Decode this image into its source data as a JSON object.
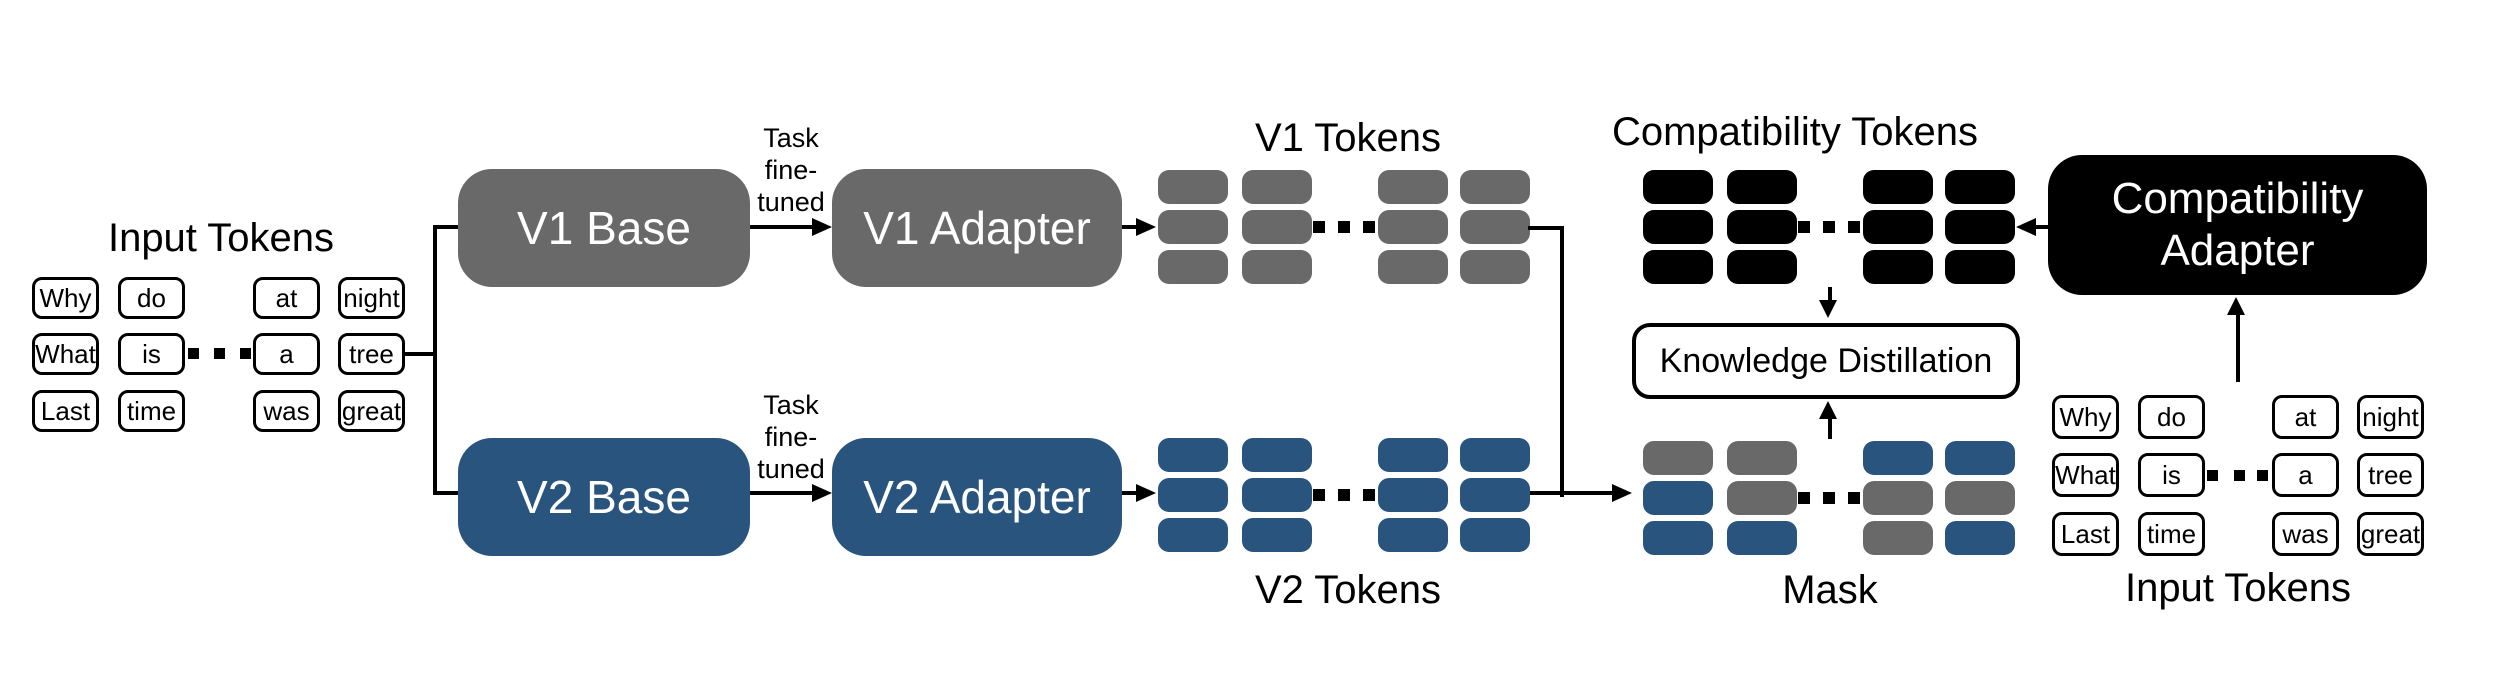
{
  "colors": {
    "gray": "#696969",
    "blue": "#29547E",
    "black": "#000000",
    "background": "#ffffff",
    "box_text": "#ffffff"
  },
  "left_input": {
    "title": "Input Tokens",
    "rows": [
      [
        "Why",
        "do",
        "at",
        "night"
      ],
      [
        "What",
        "is",
        "a",
        "tree"
      ],
      [
        "Last",
        "time",
        "was",
        "great"
      ]
    ]
  },
  "v1_branch": {
    "base": "V1 Base",
    "adapter": "V1 Adapter",
    "tokens_label": "V1 Tokens",
    "finetune": [
      "Task",
      "fine-",
      "tuned"
    ]
  },
  "v2_branch": {
    "base": "V2 Base",
    "adapter": "V2 Adapter",
    "tokens_label": "V2 Tokens",
    "finetune": [
      "Task",
      "fine-",
      "tuned"
    ]
  },
  "distillation": {
    "compat_tokens_label": "Compatibility Tokens",
    "kd_label": "Knowledge Distillation",
    "mask_label": "Mask"
  },
  "compat_adapter": {
    "lines": [
      "Compatibility",
      "Adapter"
    ]
  },
  "right_input": {
    "title": "Input Tokens",
    "rows": [
      [
        "Why",
        "do",
        "at",
        "night"
      ],
      [
        "What",
        "is",
        "a",
        "tree"
      ],
      [
        "Last",
        "time",
        "was",
        "great"
      ]
    ]
  },
  "grids": {
    "v1_tokens": {
      "uniform": "gray"
    },
    "v2_tokens": {
      "uniform": "blue"
    },
    "compatibility_tokens": {
      "uniform": "black"
    },
    "mask": {
      "rows": [
        [
          "gray",
          "gray",
          "blue",
          "blue"
        ],
        [
          "blue",
          "gray",
          "gray",
          "gray"
        ],
        [
          "blue",
          "blue",
          "gray",
          "blue"
        ]
      ]
    }
  }
}
